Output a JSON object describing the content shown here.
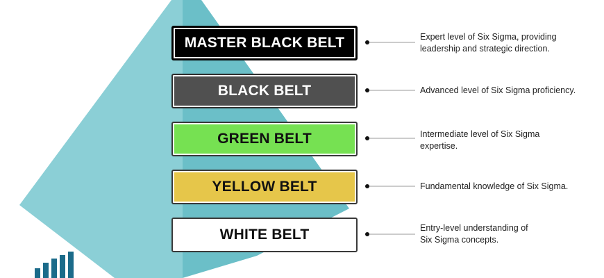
{
  "belts": [
    {
      "label": "MASTER BLACK BELT",
      "description": "Expert level of Six Sigma, providing\nleadership and strategic direction.",
      "color": "#000000"
    },
    {
      "label": "BLACK BELT",
      "description": " Advanced level of Six Sigma proficiency.",
      "color": "#505050"
    },
    {
      "label": "GREEN BELT",
      "description": "Intermediate level of Six Sigma\nexpertise.",
      "color": "#76e152"
    },
    {
      "label": "YELLOW BELT",
      "description": "Fundamental knowledge of Six Sigma.",
      "color": "#e6c64a"
    },
    {
      "label": "WHITE BELT",
      "description": "Entry-level understanding of\nSix Sigma concepts.",
      "color": "#ffffff"
    }
  ],
  "colors": {
    "pyramid_light": "#8bcfd6",
    "pyramid_dark": "#6bbfc8",
    "logo": "#1b6b8a",
    "connector": "#9a9a9a"
  },
  "icons": {
    "logo": "bar-chart-icon"
  }
}
